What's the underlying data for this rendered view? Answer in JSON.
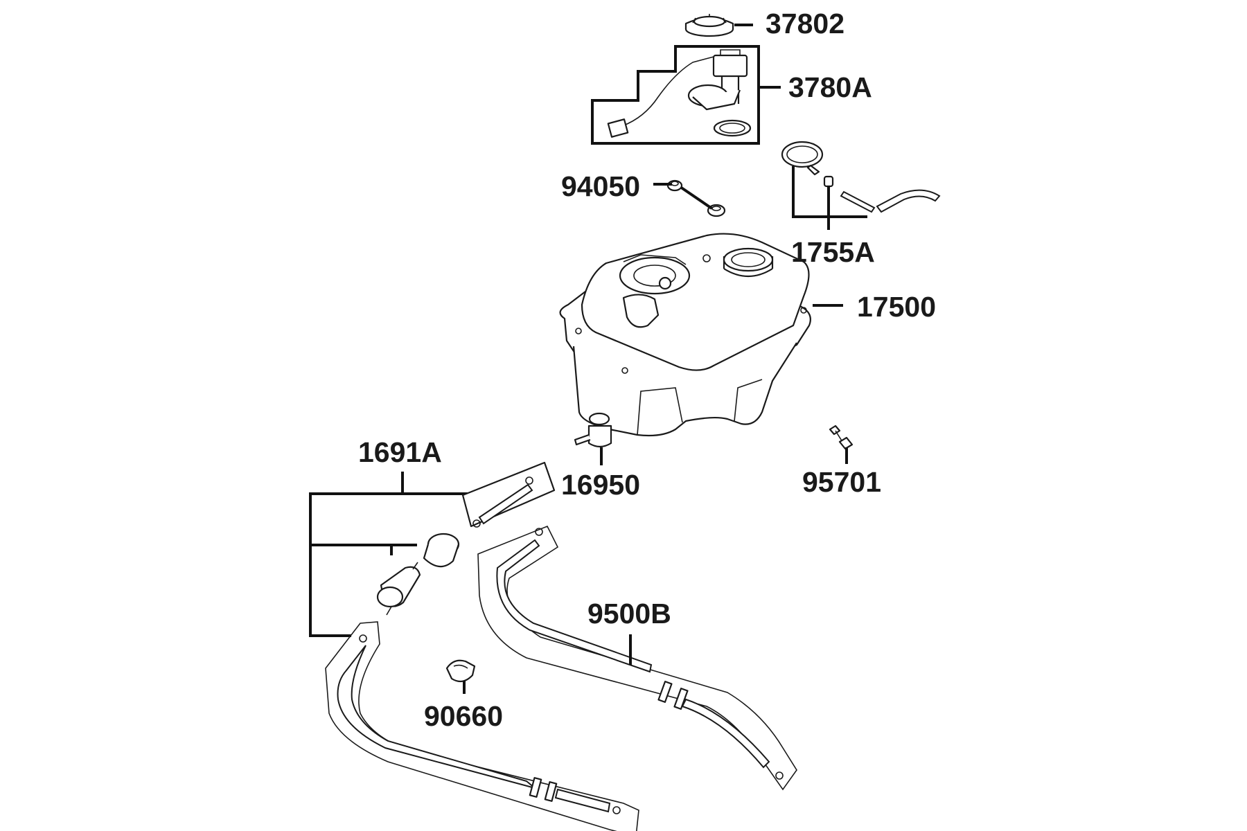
{
  "labels": {
    "p37802": "37802",
    "p3780A": "3780A",
    "p94050": "94050",
    "p1755A": "1755A",
    "p17500": "17500",
    "p16950": "16950",
    "p95701": "95701",
    "p1691A": "1691A",
    "p9500B": "9500B",
    "p90660": "90660"
  }
}
